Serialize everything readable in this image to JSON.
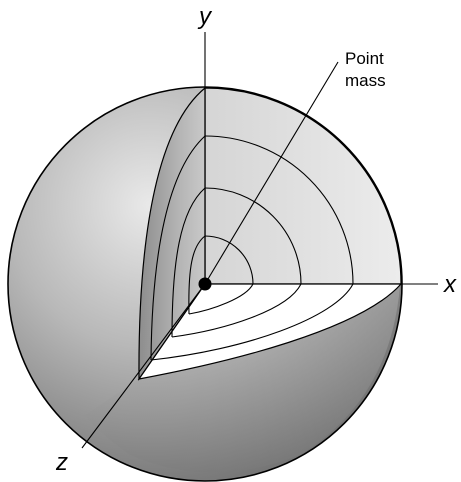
{
  "axes": {
    "x_label": "x",
    "y_label": "y",
    "z_label": "z"
  },
  "annotation": {
    "line1": "Point",
    "line2": "mass"
  },
  "colors": {
    "outline": "#000000",
    "sphere_light": "#e6e6e6",
    "sphere_dark": "#6f6f6f",
    "cut_face_white": "#ffffff",
    "center_dot": "#000000"
  }
}
